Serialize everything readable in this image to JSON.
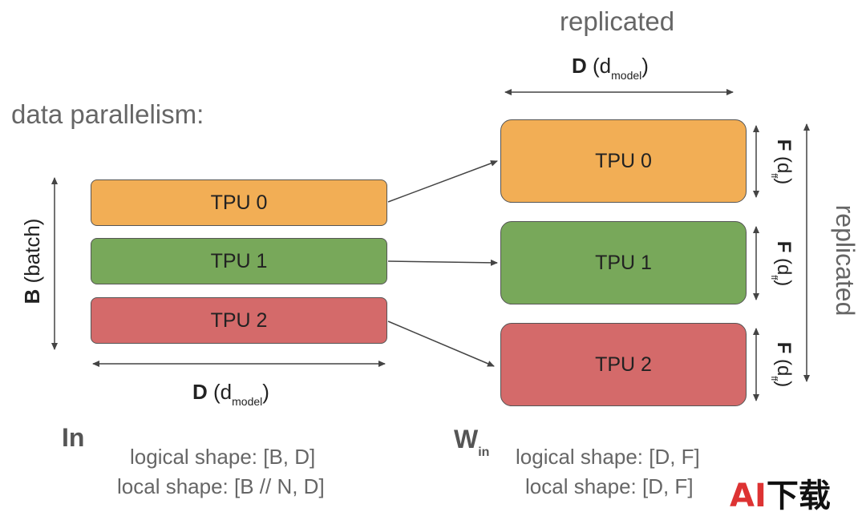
{
  "title_left": "data parallelism:",
  "title_top_right": "replicated",
  "side_right_label": "replicated",
  "input": {
    "boxes": [
      {
        "label": "TPU 0",
        "color": "#F2AE55"
      },
      {
        "label": "TPU 1",
        "color": "#78A85A"
      },
      {
        "label": "TPU 2",
        "color": "#D46A6A"
      }
    ],
    "batch_bold": "B",
    "batch_rest": "(batch)",
    "dim_bold": "D",
    "dim_open": "(d",
    "dim_sub": "model",
    "dim_close": ")",
    "name": "In",
    "logical_shape": "logical shape: [B, D]",
    "local_shape": "local shape: [B // N, D]"
  },
  "weights": {
    "boxes": [
      {
        "label": "TPU 0",
        "color": "#F2AE55"
      },
      {
        "label": "TPU 1",
        "color": "#78A85A"
      },
      {
        "label": "TPU 2",
        "color": "#D46A6A"
      }
    ],
    "dim_bold": "D",
    "dim_open": "(d",
    "dim_sub": "model",
    "dim_close": ")",
    "f_bold": "F",
    "f_open": "(d",
    "f_sub": "ff",
    "f_close": ")",
    "name": "W",
    "name_sub": "in",
    "logical_shape": "logical shape: [D, F]",
    "local_shape": "local shape: [D, F]"
  },
  "watermark": {
    "latin": "AI",
    "cjk": "下载"
  }
}
